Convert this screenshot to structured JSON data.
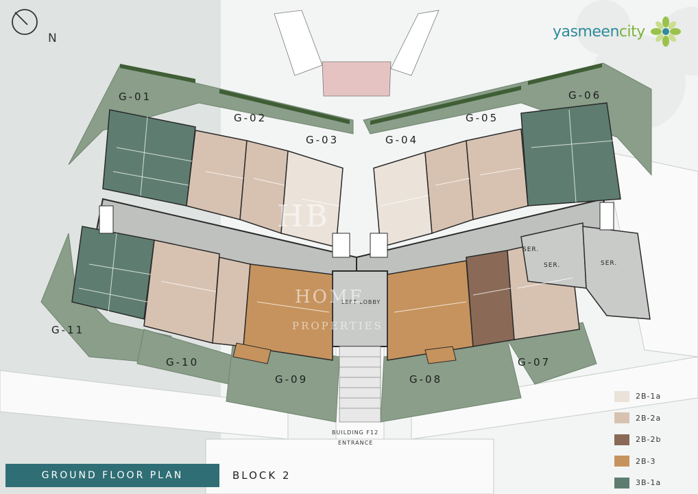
{
  "brand": {
    "name_main": "yasmeen",
    "name_accent": "city"
  },
  "compass": {
    "north": "N"
  },
  "units": {
    "g01": "G-01",
    "g02": "G-02",
    "g03": "G-03",
    "g04": "G-04",
    "g05": "G-05",
    "g06": "G-06",
    "g07": "G-07",
    "g08": "G-08",
    "g09": "G-09",
    "g10": "G-10",
    "g11": "G-11"
  },
  "rooms": {
    "ser": "SER.",
    "left_lobby": "LEFT LOBBY"
  },
  "entrance": {
    "line1": "BUILDING F12",
    "line2": "ENTRANCE"
  },
  "legend": [
    {
      "label": "2B-1a",
      "color": "#ebe3da"
    },
    {
      "label": "2B-2a",
      "color": "#d7c2b2"
    },
    {
      "label": "2B-2b",
      "color": "#8a6a56"
    },
    {
      "label": "2B-3",
      "color": "#c6935e"
    },
    {
      "label": "3B-1a",
      "color": "#5e7d70"
    }
  ],
  "footer": {
    "title": "GROUND FLOOR PLAN",
    "block": "BLOCK 2"
  },
  "watermark": {
    "logo": "HB",
    "line1": "HOME",
    "line2": "PROPERTIES"
  }
}
